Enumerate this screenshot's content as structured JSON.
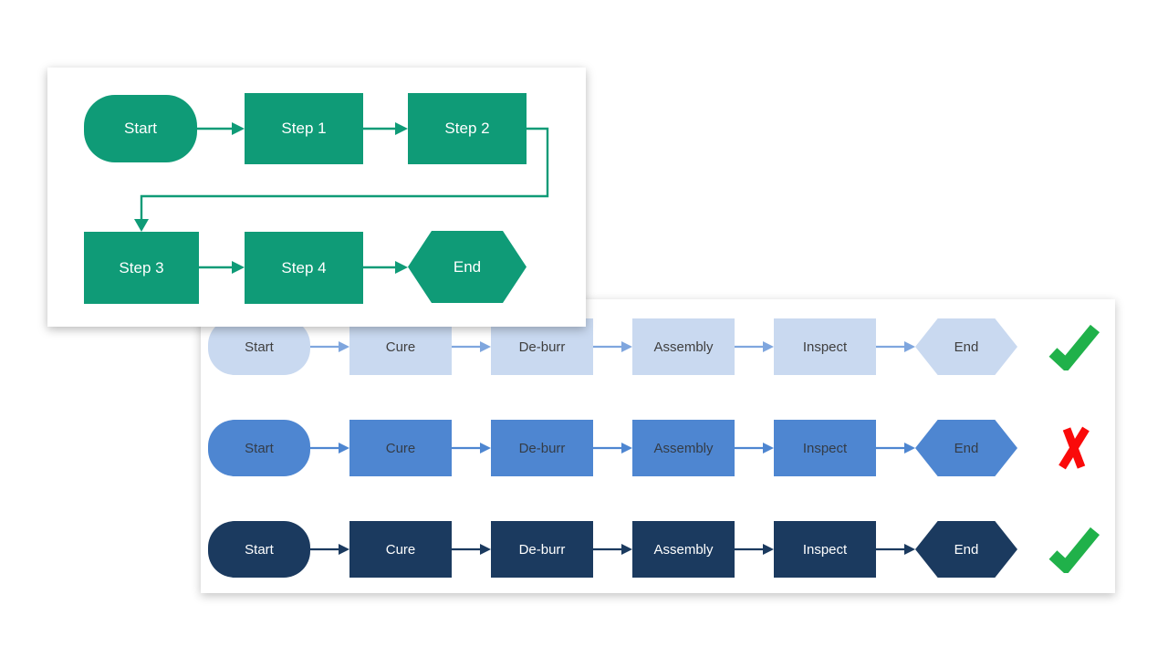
{
  "colors": {
    "teal": "#0F9B77",
    "node_text": "#FFFFFF",
    "row_light": "#C9D9F0",
    "row_light_arrow": "#7FA6DE",
    "row_light_text": "#3F3F3F",
    "row_medium": "#4E86D1",
    "row_medium_text": "#343C47",
    "row_dark": "#1B3A5F",
    "row_dark_text": "#FFFFFF",
    "check_green": "#20B14A",
    "cross_red": "#FA0A0A"
  },
  "example_flowchart": {
    "nodes": [
      {
        "label": "Start",
        "shape": "stadium"
      },
      {
        "label": "Step 1",
        "shape": "rectangle"
      },
      {
        "label": "Step 2",
        "shape": "rectangle"
      },
      {
        "label": "Step 3",
        "shape": "rectangle"
      },
      {
        "label": "Step 4",
        "shape": "rectangle"
      },
      {
        "label": "End",
        "shape": "hexagon"
      }
    ]
  },
  "comparison_flowcharts": {
    "rows": [
      {
        "theme": "light-blue",
        "status": "check",
        "nodes": [
          {
            "label": "Start",
            "shape": "stadium"
          },
          {
            "label": "Cure",
            "shape": "rectangle"
          },
          {
            "label": "De-burr",
            "shape": "rectangle"
          },
          {
            "label": "Assembly",
            "shape": "rectangle"
          },
          {
            "label": "Inspect",
            "shape": "rectangle"
          },
          {
            "label": "End",
            "shape": "hexagon"
          }
        ]
      },
      {
        "theme": "medium-blue",
        "status": "cross",
        "nodes": [
          {
            "label": "Start",
            "shape": "stadium"
          },
          {
            "label": "Cure",
            "shape": "rectangle"
          },
          {
            "label": "De-burr",
            "shape": "rectangle"
          },
          {
            "label": "Assembly",
            "shape": "rectangle"
          },
          {
            "label": "Inspect",
            "shape": "rectangle"
          },
          {
            "label": "End",
            "shape": "hexagon"
          }
        ]
      },
      {
        "theme": "dark-navy",
        "status": "check",
        "nodes": [
          {
            "label": "Start",
            "shape": "stadium"
          },
          {
            "label": "Cure",
            "shape": "rectangle"
          },
          {
            "label": "De-burr",
            "shape": "rectangle"
          },
          {
            "label": "Assembly",
            "shape": "rectangle"
          },
          {
            "label": "Inspect",
            "shape": "rectangle"
          },
          {
            "label": "End",
            "shape": "hexagon"
          }
        ]
      }
    ]
  }
}
